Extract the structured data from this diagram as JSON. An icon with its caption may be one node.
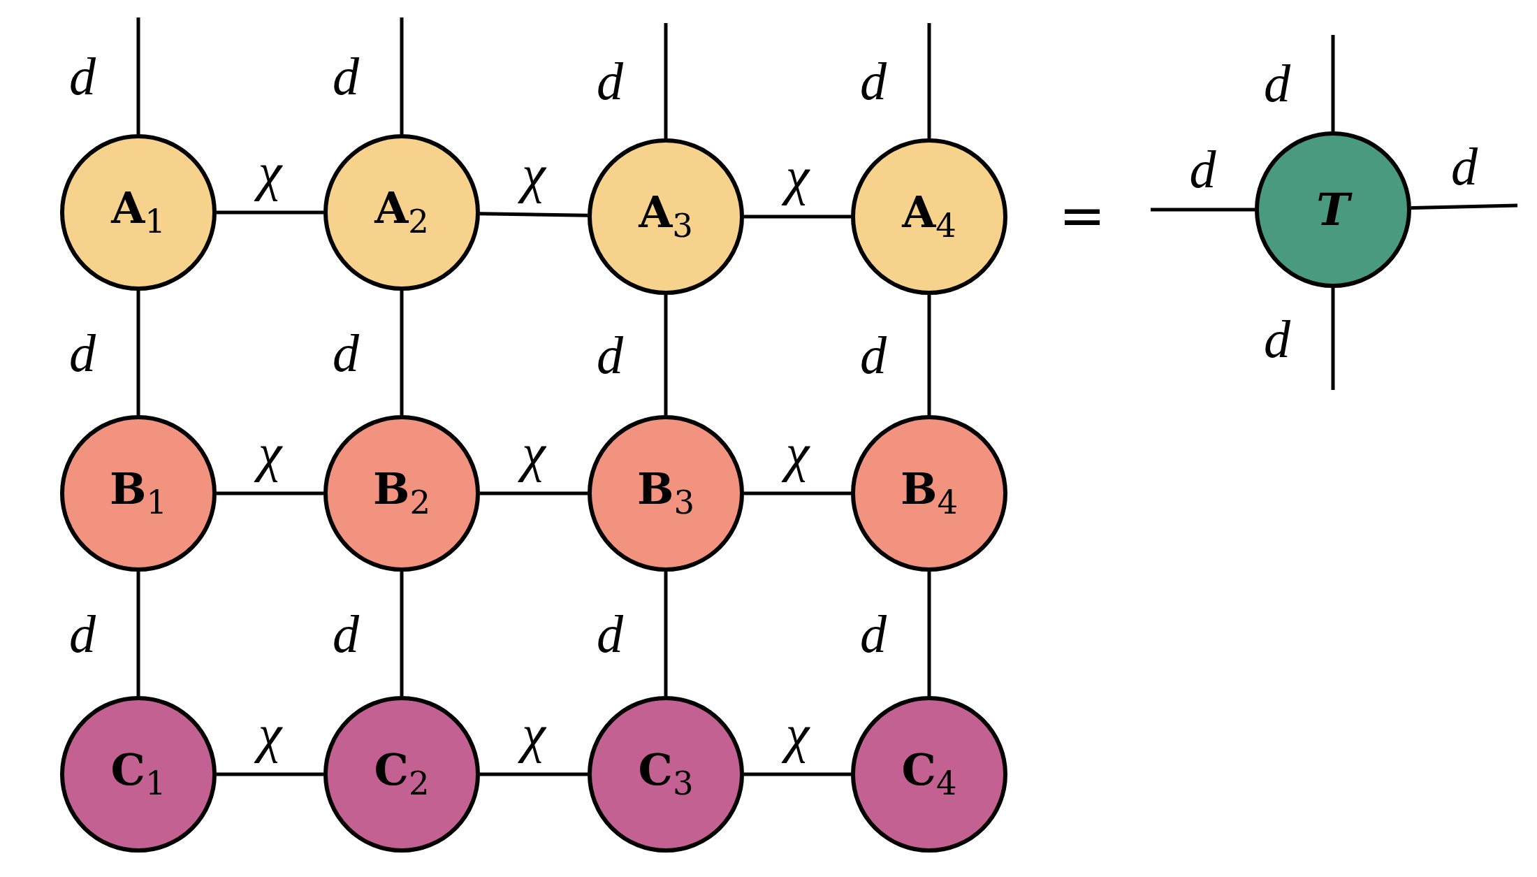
{
  "diagram": {
    "nodes": [
      {
        "text": [
          "**A**$_{1}$"
        ]
      },
      {
        "text": [
          "**A**$_{2}$"
        ]
      },
      {
        "text": [
          "**A**$_{3}$"
        ]
      },
      {
        "text": [
          "**A**$_{4}$"
        ]
      },
      {
        "text": [
          "**B**$_{1}$"
        ]
      },
      {
        "text": [
          "**B**$_{2}$"
        ]
      },
      {
        "text": [
          "**B**$_{3}$"
        ]
      },
      {
        "text": [
          "**B**$_{4}$"
        ]
      },
      {
        "text": [
          "**C**$_{1}$"
        ]
      },
      {
        "text": [
          "**C**$_{2}$"
        ]
      },
      {
        "text": [
          "**C**$_{3}$"
        ]
      },
      {
        "text": [
          "**C**$_{4}$"
        ]
      },
      {
        "text": [
          "T"
        ]
      }
    ],
    "edges": [
      {
        "from": null,
        "to": 0,
        "arrow": "none",
        "label": "d"
      },
      {
        "from": null,
        "to": 1,
        "arrow": "none",
        "label": "d"
      },
      {
        "from": null,
        "to": 2,
        "arrow": "none",
        "label": "d"
      },
      {
        "from": null,
        "to": 3,
        "arrow": "none",
        "label": "d"
      },
      {
        "from": 0,
        "to": 1,
        "arrow": "none",
        "label": "χ"
      },
      {
        "from": 1,
        "to": 2,
        "arrow": "none",
        "label": "χ"
      },
      {
        "from": 2,
        "to": 3,
        "arrow": "none",
        "label": "χ"
      },
      {
        "from": 0,
        "to": 4,
        "arrow": "none",
        "label": "d"
      },
      {
        "from": 1,
        "to": 5,
        "arrow": "none",
        "label": "d"
      },
      {
        "from": 2,
        "to": 6,
        "arrow": "none",
        "label": "d"
      },
      {
        "from": 3,
        "to": 7,
        "arrow": "none",
        "label": "d"
      },
      {
        "from": 4,
        "to": 5,
        "arrow": "none",
        "label": "χ"
      },
      {
        "from": 5,
        "to": 6,
        "arrow": "none",
        "label": "χ"
      },
      {
        "from": 6,
        "to": 7,
        "arrow": "none",
        "label": "χ"
      },
      {
        "from": 4,
        "to": 8,
        "arrow": "none",
        "label": "d"
      },
      {
        "from": 5,
        "to": 9,
        "arrow": "none",
        "label": "d"
      },
      {
        "from": 6,
        "to": 10,
        "arrow": "none",
        "label": "d"
      },
      {
        "from": 7,
        "to": 11,
        "arrow": "none",
        "label": "d"
      },
      {
        "from": 8,
        "to": 9,
        "arrow": "none",
        "label": "χ"
      },
      {
        "from": 9,
        "to": 10,
        "arrow": "none",
        "label": "χ"
      },
      {
        "from": 10,
        "to": 11,
        "arrow": "none",
        "label": "χ"
      },
      {
        "from": null,
        "to": 12,
        "arrow": "none",
        "label": "d"
      },
      {
        "from": null,
        "to": 12,
        "arrow": "none",
        "label": "d"
      },
      {
        "from": null,
        "to": 12,
        "arrow": "none",
        "label": "d"
      },
      {
        "from": null,
        "to": 12,
        "arrow": "none",
        "label": "d"
      }
    ],
    "labels": [
      "="
    ]
  }
}
